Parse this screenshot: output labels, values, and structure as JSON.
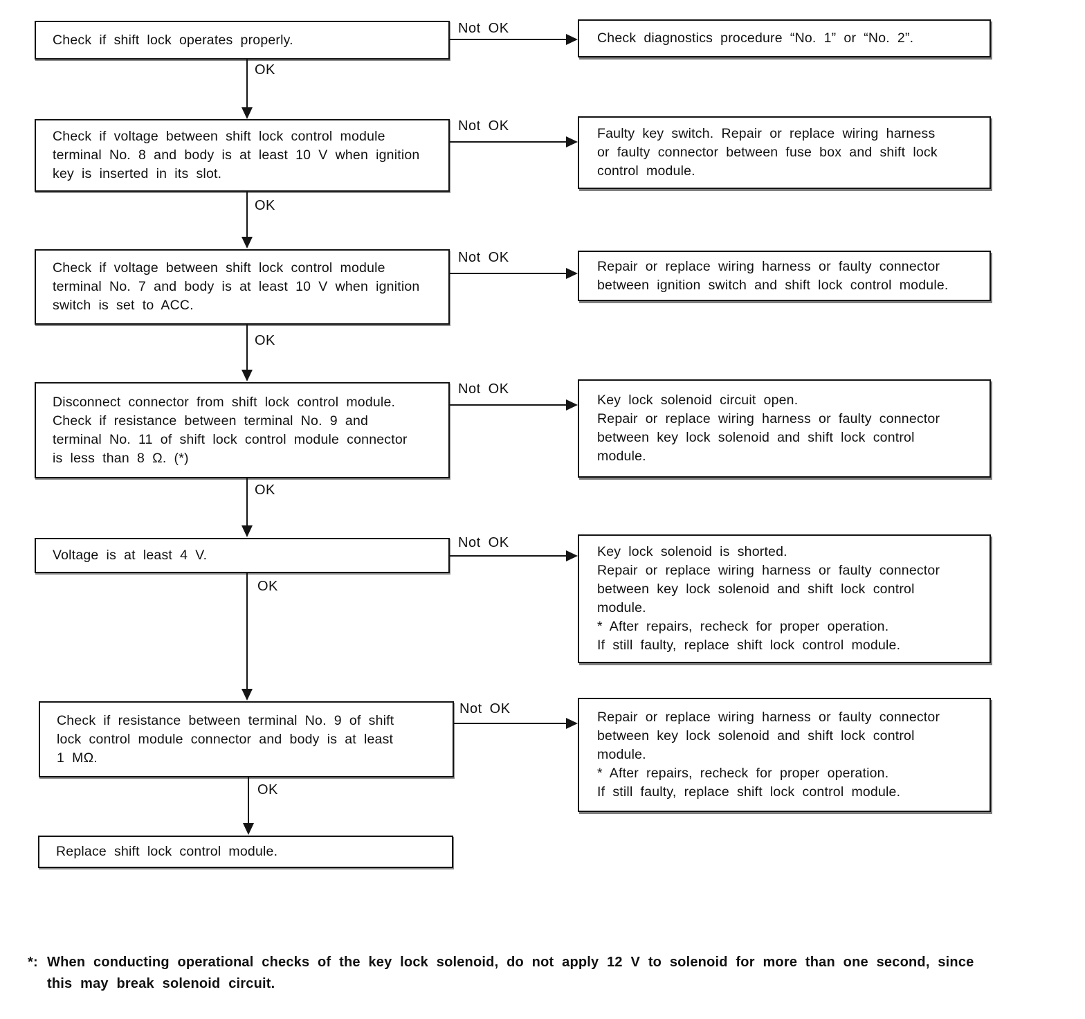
{
  "page": {
    "background": "#ffffff",
    "ink": "#111111"
  },
  "labels": {
    "ok": "OK",
    "not_ok": "Not OK"
  },
  "flow": {
    "rows": [
      {
        "check": "Check if shift lock operates properly.",
        "fail": "Check diagnostics procedure “No. 1” or “No. 2”."
      },
      {
        "check": "Check if voltage between shift lock control module\nterminal No. 8 and body is at least 10 V when ignition\nkey is inserted in its slot.",
        "fail": "Faulty key switch. Repair or replace wiring harness\nor faulty connector between fuse box and shift lock\ncontrol module."
      },
      {
        "check": "Check if voltage between shift lock control module\nterminal No. 7 and body is at least 10 V when ignition\nswitch is set to ACC.",
        "fail": "Repair or replace wiring harness or faulty connector\nbetween ignition switch and shift lock control module."
      },
      {
        "check": "Disconnect connector from shift lock control module.\nCheck if resistance between terminal No. 9 and\nterminal No. 11 of shift lock control module connector\nis less than 8 Ω. (*)",
        "fail": "Key lock solenoid circuit open.\nRepair or replace wiring harness or faulty connector\nbetween key lock solenoid and shift lock control\nmodule."
      },
      {
        "check": "Voltage is at least 4 V.",
        "fail": "Key lock solenoid is shorted.\nRepair or replace wiring harness or faulty connector\nbetween key lock solenoid and shift lock control\nmodule.\n* After repairs, recheck for proper operation.\nIf still faulty, replace shift lock control module."
      },
      {
        "check": "Check if resistance between terminal No. 9 of shift\nlock control module connector and body is at least\n1 MΩ.",
        "fail": "Repair or replace wiring harness or faulty connector\nbetween key lock solenoid and shift lock control\nmodule.\n* After repairs, recheck for proper operation.\nIf still faulty, replace shift lock control module."
      }
    ],
    "final": "Replace shift lock control module."
  },
  "footnote": {
    "marker": "*:",
    "text": "When conducting operational checks of the key lock solenoid, do not apply 12 V to solenoid for more than one second, since\nthis may break solenoid circuit."
  }
}
